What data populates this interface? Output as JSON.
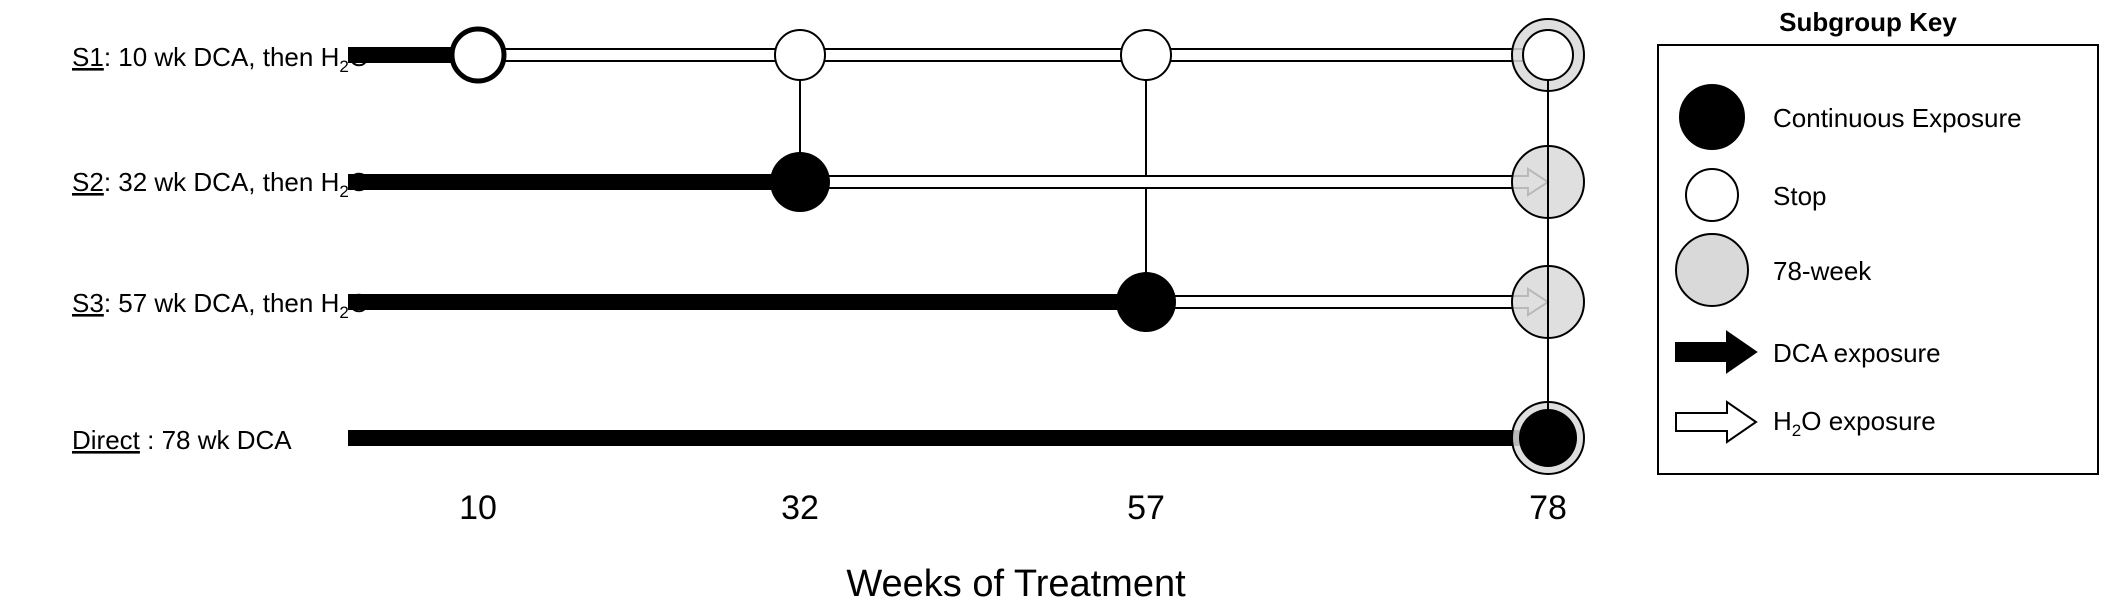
{
  "rows": [
    {
      "id": "S1",
      "prefix": "S1",
      "text": ": 10 wk DCA, then H",
      "sub": "2",
      "tail": "O",
      "stop_week": 10
    },
    {
      "id": "S2",
      "prefix": "S2",
      "text": ": 32 wk DCA, then H",
      "sub": "2",
      "tail": "O",
      "stop_week": 32
    },
    {
      "id": "S3",
      "prefix": "S3",
      "text": ": 57 wk DCA, then H",
      "sub": "2",
      "tail": "O",
      "stop_week": 57
    },
    {
      "id": "Direct",
      "prefix": "Direct",
      "text": " : 78 wk DCA",
      "sub": "",
      "tail": "",
      "stop_week": 78
    }
  ],
  "weeks": [
    "10",
    "32",
    "57",
    "78"
  ],
  "axis_label": "Weeks of Treatment",
  "key": {
    "title": "Subgroup Key",
    "continuous": "Continuous Exposure",
    "stop": "Stop",
    "week78": "78-week",
    "dca": "DCA exposure",
    "h2o_prefix": "H",
    "h2o_sub": "2",
    "h2o_tail": "O exposure"
  },
  "colors": {
    "dca": "#000000",
    "h2o": "#ffffff",
    "week78_fill": "#d9d9d9",
    "outline": "#000000"
  }
}
